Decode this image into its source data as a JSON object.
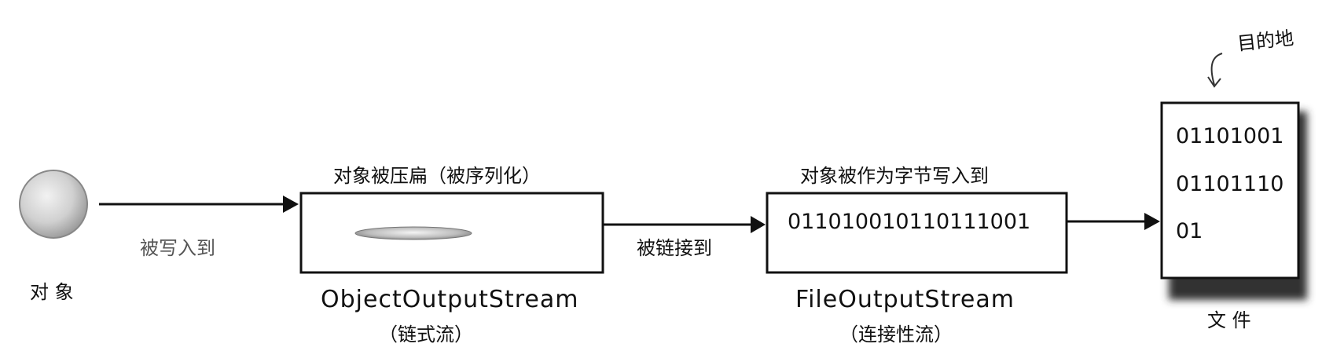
{
  "object": {
    "label": "对 象"
  },
  "arrow1": {
    "label": "被写入到"
  },
  "stream1": {
    "caption": "对象被压扁（被序列化）",
    "name": "ObjectOutputStream",
    "kind": "（链式流）"
  },
  "arrow2": {
    "label": "被链接到"
  },
  "stream2": {
    "caption": "对象被作为字节写入到",
    "content": "011010010110111001",
    "name": "FileOutputStream",
    "kind": "（连接性流）"
  },
  "file": {
    "bits": [
      "01101001",
      "01101110",
      "01"
    ],
    "label": "文 件",
    "annotation": "目的地"
  }
}
